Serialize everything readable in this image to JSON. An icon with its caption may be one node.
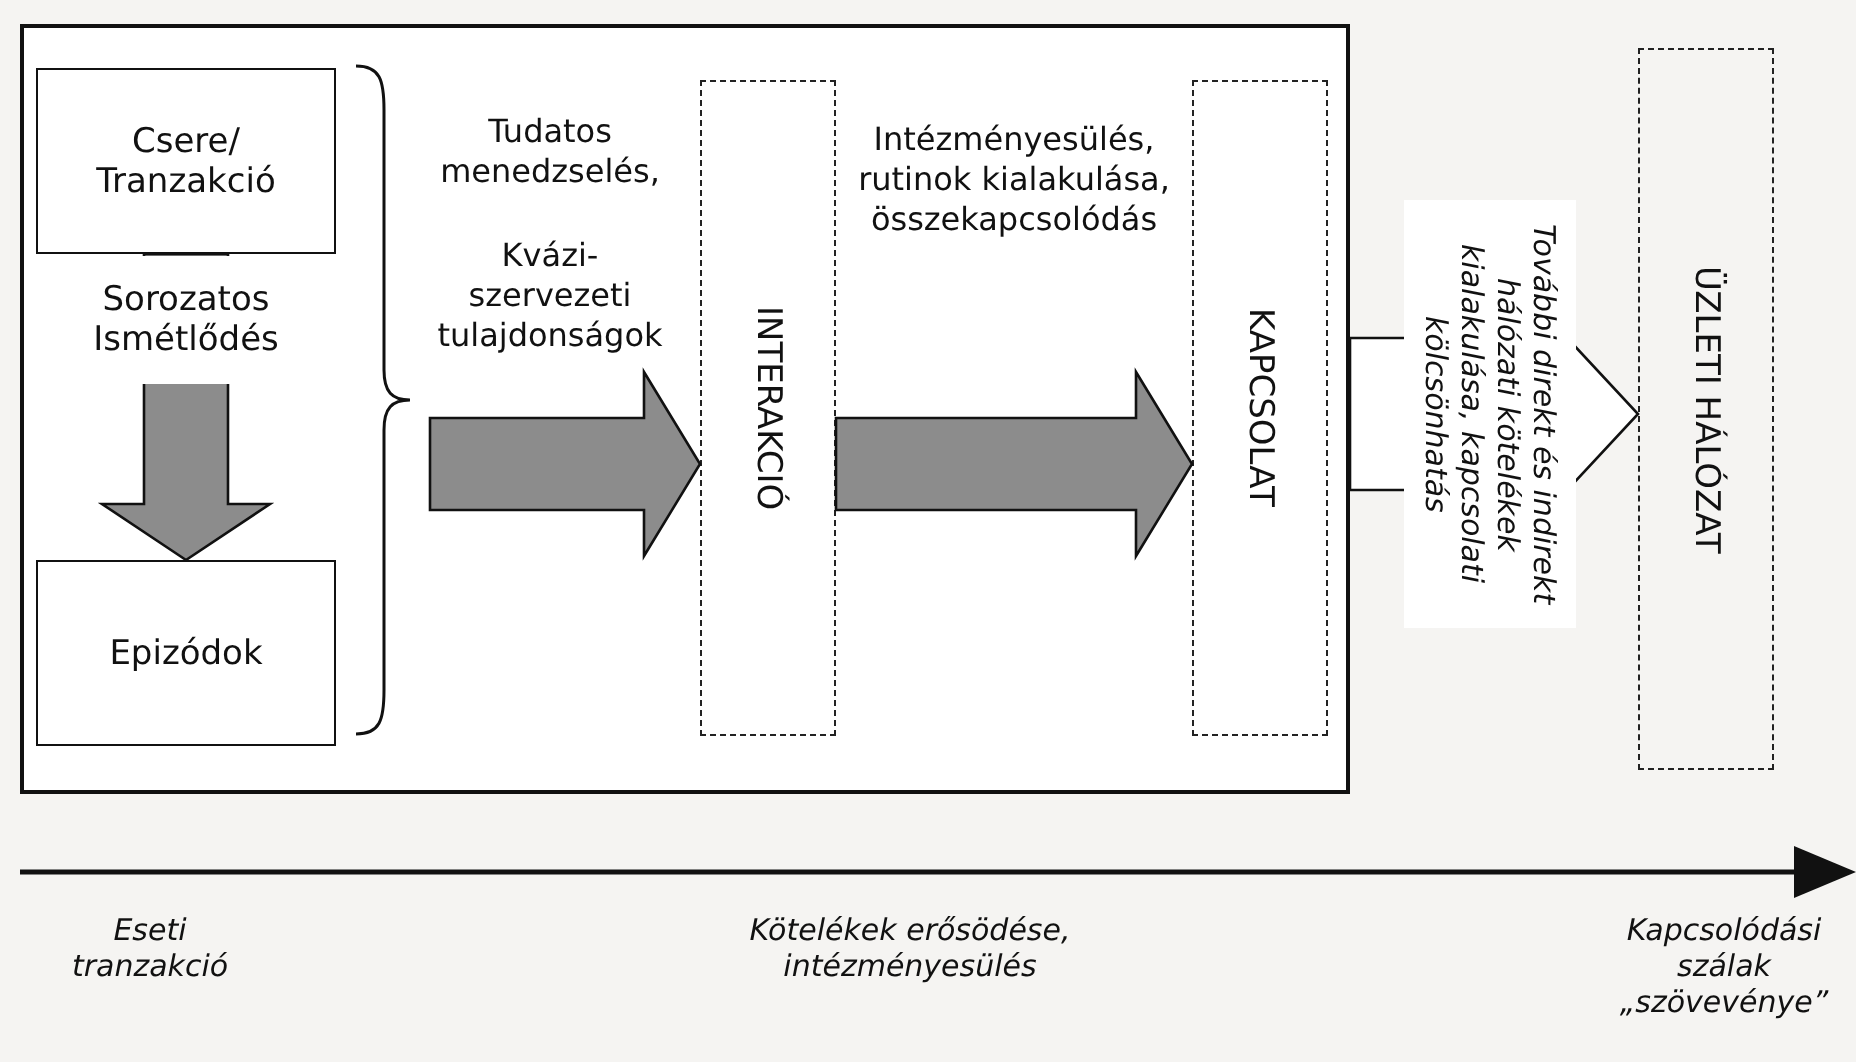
{
  "diagram": {
    "nodes": [
      {
        "text": [],
        "shape": "box"
      },
      {
        "text": [
          "Csere/ Tranzakció"
        ],
        "in": 0
      },
      {
        "text": [
          "Epizódok"
        ],
        "in": 0
      },
      {
        "text": [
          "INTERAKCIÓ"
        ],
        "in": 0
      },
      {
        "text": [
          "KAPCSOLAT"
        ],
        "in": 0
      },
      {
        "text": [
          "ÜZLETI HÁLÓZAT"
        ]
      }
    ],
    "edges": [
      {
        "from": 1,
        "to": 2,
        "arrow": "to",
        "label": "Sorozatos Ismétlődés"
      },
      {
        "from": null,
        "to": 3,
        "arrow": "to"
      },
      {
        "from": 3,
        "to": 4,
        "arrow": "to"
      },
      {
        "from": 0,
        "to": 5,
        "arrow": "to",
        "label": "További direkt és indirekt hálózati kötelékek kialakulása, kapcsolati kölcsönhatás"
      }
    ],
    "labels": [
      "Tudatos menedzselés,",
      "Kvázi- szervezeti tulajdonságok",
      "Intézményesülés, rutinok kialakulása, összekapcsolódás",
      "Eseti tranzakció",
      "Kötelékek erősödése, intézményesülés",
      "Kapcsolódási szálak „szövevénye”"
    ]
  }
}
